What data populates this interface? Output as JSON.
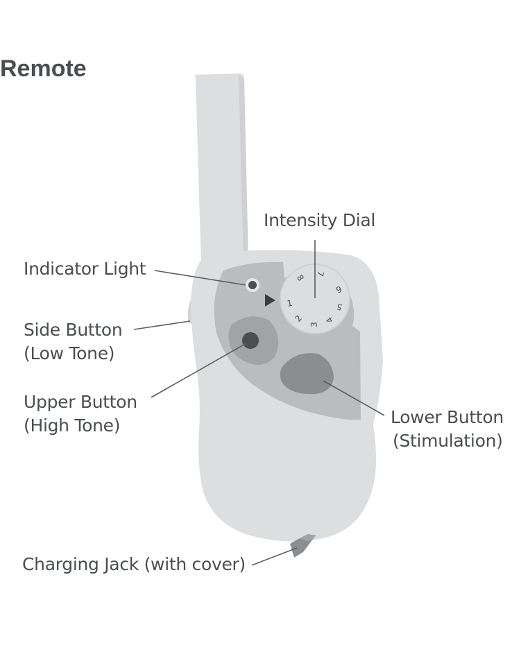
{
  "title": "Remote",
  "labels": {
    "intensity_dial": "Intensity Dial",
    "indicator_light": "Indicator Light",
    "side_button_line1": "Side Button",
    "side_button_line2": "(Low Tone)",
    "upper_button_line1": "Upper Button",
    "upper_button_line2": "(High Tone)",
    "lower_button_line1": "Lower Button",
    "lower_button_line2": "(Stimulation)",
    "charging_jack": "Charging Jack (with cover)"
  },
  "dial_numbers": [
    "1",
    "2",
    "3",
    "4",
    "5",
    "6",
    "7",
    "8"
  ],
  "colors": {
    "body": "#dddee0",
    "panel": "#bbbcbf",
    "lower_button": "#8c8d90",
    "upper_button": "#8c8d90",
    "indicator": "#4d4e52",
    "text": "#4a4d52",
    "leader": "#5a5c60"
  }
}
